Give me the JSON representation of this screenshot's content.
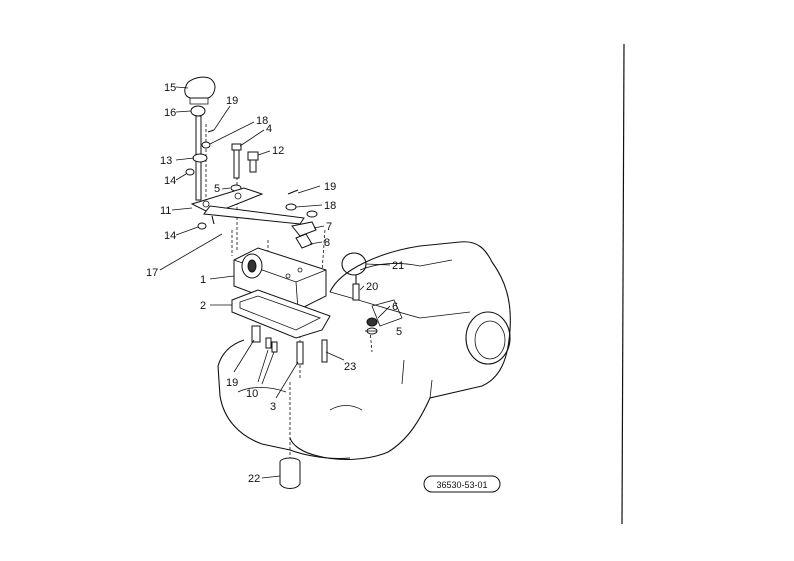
{
  "drawing": {
    "reference_code": "36530-53-01",
    "callouts": [
      {
        "id": "c15",
        "text": "15"
      },
      {
        "id": "c16",
        "text": "16"
      },
      {
        "id": "c19a",
        "text": "19"
      },
      {
        "id": "c18a",
        "text": "18"
      },
      {
        "id": "c4",
        "text": "4"
      },
      {
        "id": "c13",
        "text": "13"
      },
      {
        "id": "c12",
        "text": "12"
      },
      {
        "id": "c14a",
        "text": "14"
      },
      {
        "id": "c5a",
        "text": "5"
      },
      {
        "id": "c19b",
        "text": "19"
      },
      {
        "id": "c11",
        "text": "11"
      },
      {
        "id": "c18b",
        "text": "18"
      },
      {
        "id": "c14b",
        "text": "14"
      },
      {
        "id": "c7",
        "text": "7"
      },
      {
        "id": "c8",
        "text": "8"
      },
      {
        "id": "c17",
        "text": "17"
      },
      {
        "id": "c21",
        "text": "21"
      },
      {
        "id": "c1",
        "text": "1"
      },
      {
        "id": "c20",
        "text": "20"
      },
      {
        "id": "c2",
        "text": "2"
      },
      {
        "id": "c6",
        "text": "6"
      },
      {
        "id": "c5b",
        "text": "5"
      },
      {
        "id": "c23",
        "text": "23"
      },
      {
        "id": "c19c",
        "text": "19"
      },
      {
        "id": "c10",
        "text": "10"
      },
      {
        "id": "c3",
        "text": "3"
      },
      {
        "id": "c22",
        "text": "22"
      }
    ]
  }
}
